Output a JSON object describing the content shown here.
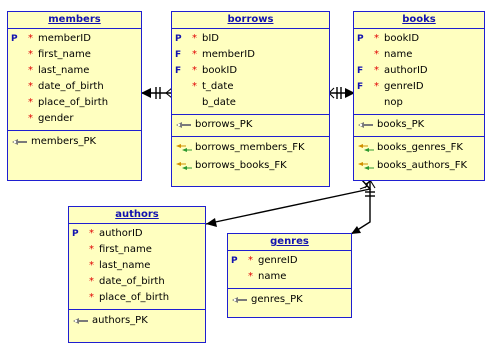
{
  "tables": {
    "members": {
      "title": "members",
      "columns": [
        {
          "mark": "P",
          "star": "*",
          "name": "memberID"
        },
        {
          "mark": "",
          "star": "*",
          "name": "first_name"
        },
        {
          "mark": "",
          "star": "*",
          "name": "last_name"
        },
        {
          "mark": "",
          "star": "*",
          "name": "date_of_birth"
        },
        {
          "mark": "",
          "star": "*",
          "name": "place_of_birth"
        },
        {
          "mark": "",
          "star": "*",
          "name": "gender"
        }
      ],
      "pk": "members_PK"
    },
    "borrows": {
      "title": "borrows",
      "columns": [
        {
          "mark": "P",
          "star": "*",
          "name": "bID"
        },
        {
          "mark": "F",
          "star": "*",
          "name": "memberID"
        },
        {
          "mark": "F",
          "star": "*",
          "name": "bookID"
        },
        {
          "mark": "",
          "star": "*",
          "name": "t_date"
        },
        {
          "mark": "",
          "star": "",
          "name": "b_date"
        }
      ],
      "pk": "borrows_PK",
      "fks": [
        "borrows_members_FK",
        "borrows_books_FK"
      ]
    },
    "books": {
      "title": "books",
      "columns": [
        {
          "mark": "P",
          "star": "*",
          "name": "bookID"
        },
        {
          "mark": "",
          "star": "*",
          "name": "name"
        },
        {
          "mark": "F",
          "star": "*",
          "name": "authorID"
        },
        {
          "mark": "F",
          "star": "*",
          "name": "genreID"
        },
        {
          "mark": "",
          "star": "",
          "name": "nop"
        }
      ],
      "pk": "books_PK",
      "fks": [
        "books_genres_FK",
        "books_authors_FK"
      ]
    },
    "authors": {
      "title": "authors",
      "columns": [
        {
          "mark": "P",
          "star": "*",
          "name": "authorID"
        },
        {
          "mark": "",
          "star": "*",
          "name": "first_name"
        },
        {
          "mark": "",
          "star": "*",
          "name": "last_name"
        },
        {
          "mark": "",
          "star": "*",
          "name": "date_of_birth"
        },
        {
          "mark": "",
          "star": "*",
          "name": "place_of_birth"
        }
      ],
      "pk": "authors_PK"
    },
    "genres": {
      "title": "genres",
      "columns": [
        {
          "mark": "P",
          "star": "*",
          "name": "genreID"
        },
        {
          "mark": "",
          "star": "*",
          "name": "name"
        }
      ],
      "pk": "genres_PK"
    }
  },
  "colors": {
    "table_fill": "#ffffc0",
    "border": "#1f1fd0",
    "title_text": "#1212b0",
    "mandatory_star": "#e00000",
    "relation_line": "#000000"
  },
  "icons": {
    "pk": "primary-key-icon",
    "fk": "foreign-key-icon"
  }
}
